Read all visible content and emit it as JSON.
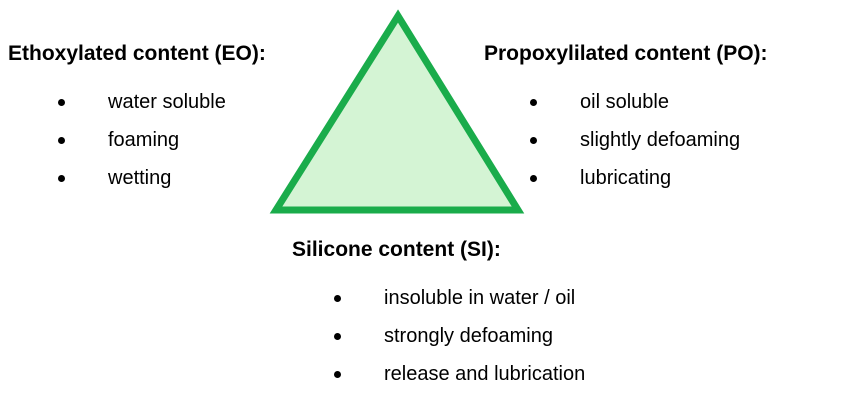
{
  "colors": {
    "triangle_stroke": "#1aac4b",
    "triangle_fill": "#d4f4d4",
    "text": "#000000",
    "background": "#ffffff"
  },
  "eo": {
    "title": "Ethoxylated content (EO):",
    "items": [
      "water soluble",
      "foaming",
      "wetting"
    ]
  },
  "po": {
    "title": "Propoxylilated content (PO):",
    "items": [
      "oil soluble",
      "slightly defoaming",
      "lubricating"
    ]
  },
  "si": {
    "title": "Silicone content (SI):",
    "items": [
      "insoluble in water / oil",
      "strongly defoaming",
      "release and lubrication"
    ]
  }
}
